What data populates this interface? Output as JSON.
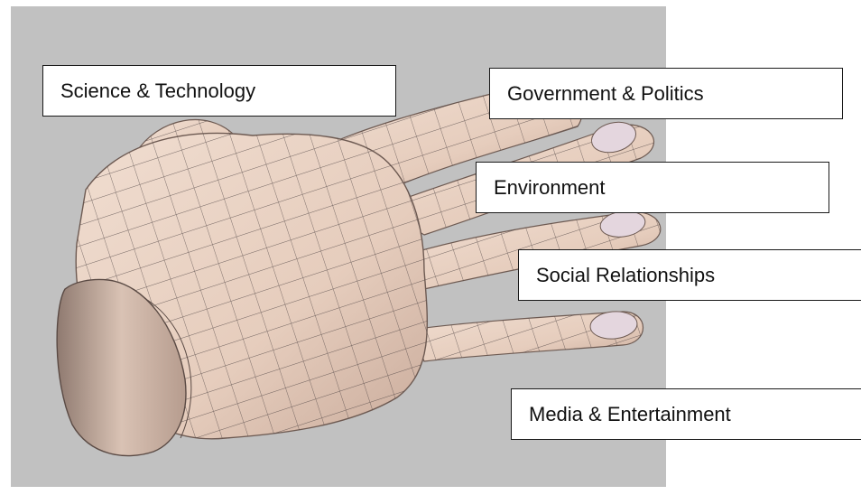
{
  "labels": {
    "science": "Science & Technology",
    "government": "Government & Politics",
    "environment": "Environment",
    "social": "Social Relationships",
    "media": "Media & Entertainment"
  },
  "colors": {
    "background_panel": "#c1c1c1",
    "skin": "#e9d2c4",
    "skin_shadow": "#b89c8e",
    "mesh_line": "#4a4040",
    "nail": "#e4d6de"
  }
}
